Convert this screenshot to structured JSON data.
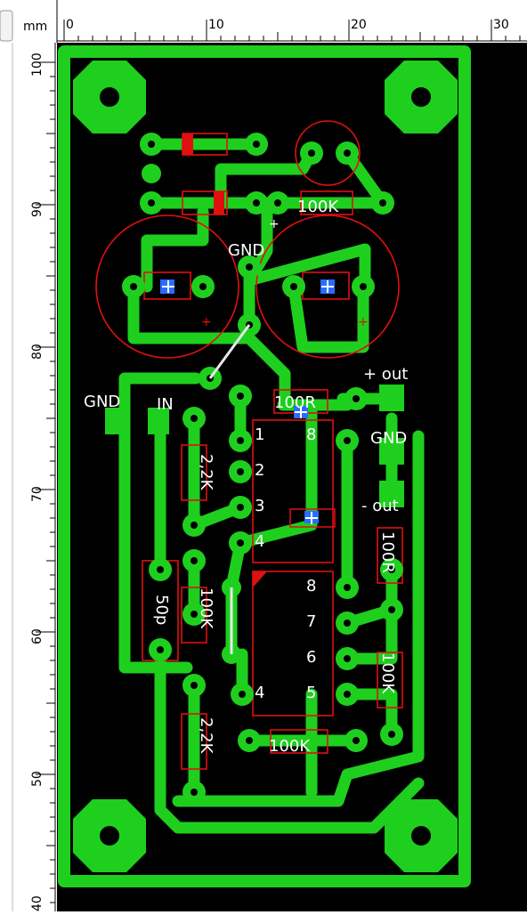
{
  "ruler": {
    "unit": "mm",
    "top_ticks": [
      "0",
      "10",
      "20",
      "30"
    ],
    "left_ticks": [
      "100",
      "90",
      "80",
      "70",
      "60",
      "50",
      "40"
    ]
  },
  "colors": {
    "copper": "#1ecf1e",
    "outline": "#e01010",
    "background": "#000000",
    "text": "#ffffff",
    "wire": "#e8e8e8"
  },
  "labels": {
    "gnd_top": "GND",
    "gnd_left": "GND",
    "in": "IN",
    "out_plus": "+ out",
    "gnd_right": "GND",
    "out_minus": "- out",
    "r_100k_top": "100K",
    "r_100r_top": "100R",
    "r_22k_top": "2,2K",
    "c_50p": "50p",
    "r_100k_mid": "100K",
    "r_100r_right": "100R",
    "r_100k_right": "100K",
    "r_22k_bottom": "2,2K",
    "r_100k_bottom": "100K",
    "plus_sign": "+",
    "ic1_pins": [
      "1",
      "2",
      "3",
      "4",
      "8"
    ],
    "ic2_pins": [
      "8",
      "7",
      "6",
      "4",
      "5"
    ]
  }
}
